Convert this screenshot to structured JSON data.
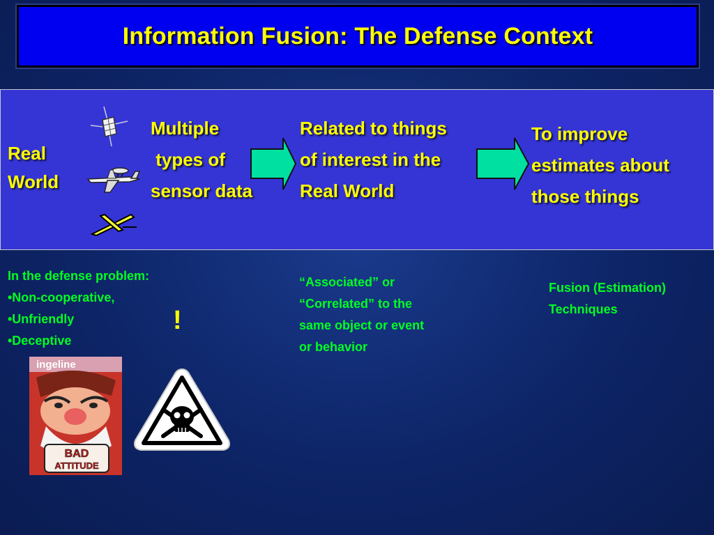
{
  "title": "Information Fusion: The Defense Context",
  "panel": {
    "real_world": [
      "Real",
      "World"
    ],
    "sensor_data": [
      "Multiple",
      " types of",
      "sensor data"
    ],
    "related": [
      "Related to things",
      "of interest in the",
      "Real World"
    ],
    "improve": [
      "To improve",
      "estimates about",
      "those things"
    ]
  },
  "notes": {
    "defense_problem": {
      "heading": "In the defense problem:",
      "bullets": [
        "•Non-cooperative,",
        "•Unfriendly",
        "•Deceptive"
      ]
    },
    "exclamation": "!",
    "associated": [
      "“Associated” or",
      "“Correlated” to the",
      "same object or event",
      "or behavior"
    ],
    "fusion": [
      "Fusion (Estimation)",
      "Techniques"
    ]
  },
  "picture": {
    "top_caption": "ingeline",
    "badge": [
      "BAD",
      "ATTITUDE"
    ]
  },
  "icons": [
    "satellite-icon",
    "awacs-aircraft-icon",
    "uav-drone-icon",
    "green-right-arrow-icon",
    "skull-warning-sign-icon"
  ],
  "colors": {
    "title_bg": "#0000f0",
    "title_text": "#ffff00",
    "panel_bg": "#3535d6",
    "green_text": "#00ff22",
    "arrow_fill": "#00e0a0"
  }
}
